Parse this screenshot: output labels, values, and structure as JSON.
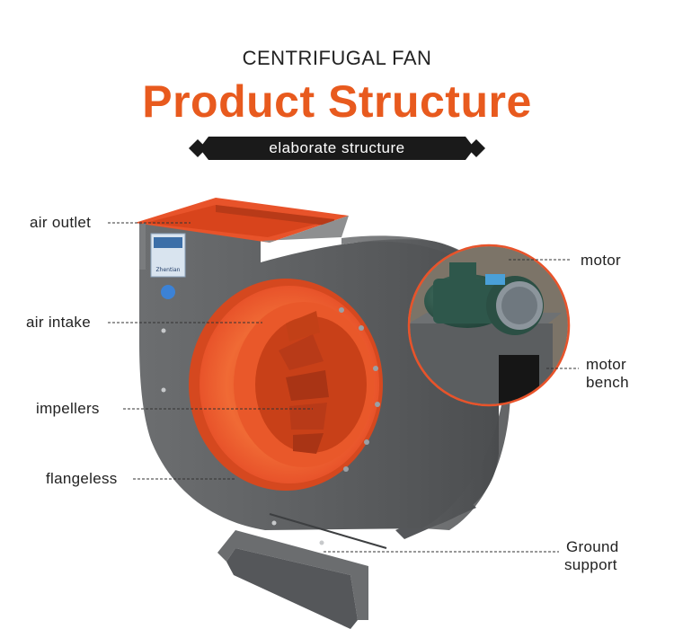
{
  "header": {
    "subtitle": "CENTRIFUGAL FAN",
    "title": "Product Structure",
    "ribbon_text": "elaborate structure"
  },
  "labels": {
    "air_outlet": "air outlet",
    "air_intake": "air intake",
    "impellers": "impellers",
    "flangeless": "flangeless",
    "motor": "motor",
    "motor_bench_line1": "motor",
    "motor_bench_line2": "bench",
    "ground_support_line1": "Ground",
    "ground_support_line2": "support"
  },
  "nameplate": {
    "brand": "Zhentian"
  },
  "colors": {
    "accent": "#e85a1e",
    "housing": "#5f6163",
    "flange": "#e8532a",
    "ribbon": "#1a1a1a",
    "motor": "#2f5a4e"
  }
}
